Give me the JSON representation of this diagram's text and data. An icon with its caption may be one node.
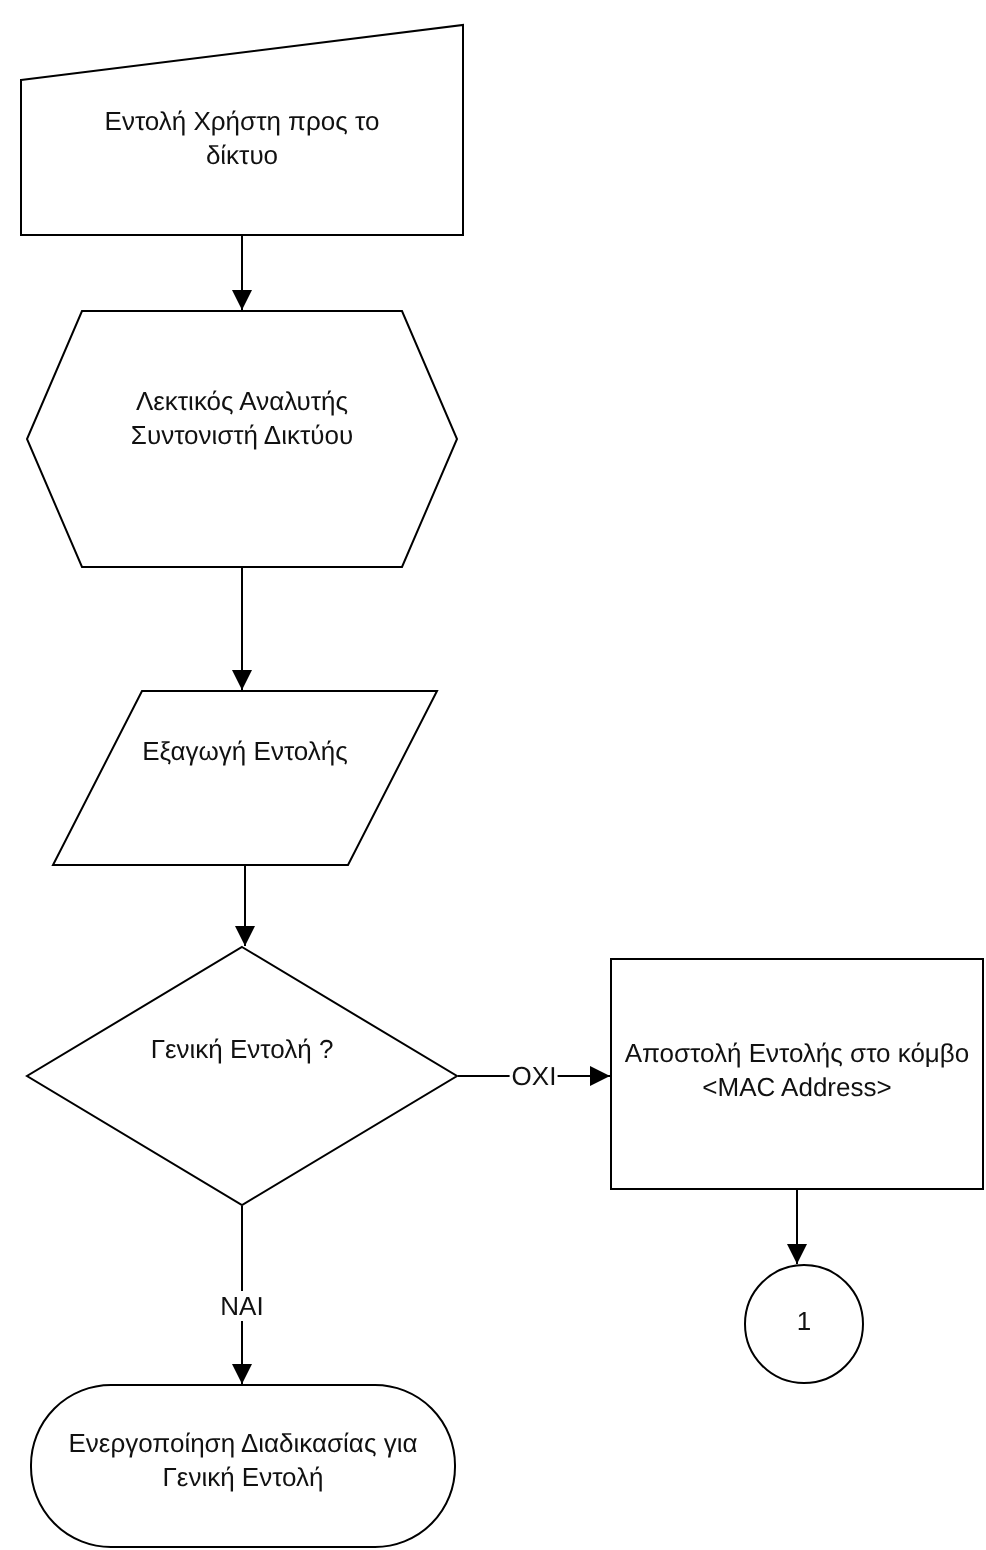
{
  "diagram": {
    "nodes": [
      {
        "text": [
          "Εντολή Χρήστη προς το δίκτυο"
        ]
      },
      {
        "text": [
          "Λεκτικός Αναλυτής Συντονιστή Δικτύου"
        ]
      },
      {
        "text": [
          "Εξαγωγή Εντολής"
        ]
      },
      {
        "text": [
          "Γενική Εντολή ?"
        ]
      },
      {
        "text": [
          "Αποστολή Εντολής στο κόμβο <MAC Address>"
        ]
      },
      {
        "text": [
          "1"
        ]
      },
      {
        "text": [
          "Ενεργοποίηση Διαδικασίας για Γενική Εντολή"
        ]
      }
    ],
    "edges": [
      {
        "from": 0,
        "to": 1,
        "arrow": "to"
      },
      {
        "from": 1,
        "to": 2,
        "arrow": "to"
      },
      {
        "from": 2,
        "to": 3,
        "arrow": "to"
      },
      {
        "from": 3,
        "to": 4,
        "arrow": "to",
        "label": "ΟΧΙ"
      },
      {
        "from": 3,
        "to": 6,
        "arrow": "to",
        "label": "ΝΑΙ"
      },
      {
        "from": 4,
        "to": 5,
        "arrow": "to"
      }
    ]
  }
}
